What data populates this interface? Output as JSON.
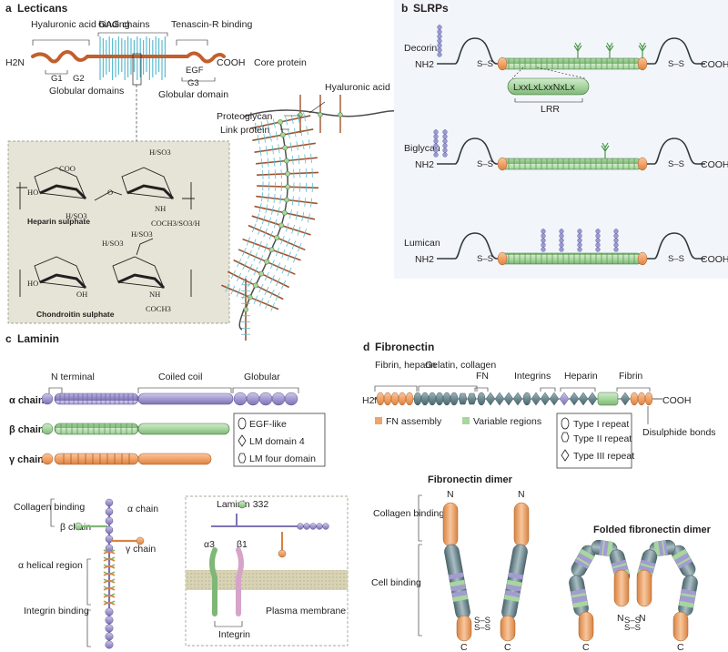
{
  "panels": {
    "a": {
      "letter": "a",
      "title": "Lecticans",
      "labels": {
        "hyaluronic_binding": "Hyaluronic acid binding",
        "gag_chains": "GAG chains",
        "tenascin": "Tenascin-R binding",
        "h2n": "H2N",
        "cooh": "COOH",
        "core": "Core protein",
        "g1": "G1",
        "g2": "G2",
        "g3": "G3",
        "egf": "EGF",
        "globular_domains": "Globular domains",
        "globular_domain": "Globular domain",
        "hyaluronic_acid": "Hyaluronic acid",
        "proteoglycan": "Proteoglycan",
        "link_protein": "Link protein"
      },
      "chem": {
        "heparin": "Heparin sulphate",
        "chondroitin": "Chondroitin sulphate",
        "hso3_1": "H/SO3",
        "coo": "COO",
        "ho1": "HO",
        "o": "O",
        "hso3_2": "H/SO3",
        "nh": "NH",
        "coch3_1": "COCH3/SO3/H",
        "hso3_3": "H/SO3",
        "hso3_4": "H/SO3",
        "ho2": "HO",
        "oh": "OH",
        "coch3_2": "COCH3",
        "minus": "−"
      }
    },
    "b": {
      "letter": "b",
      "title": "SLRPs",
      "labels": {
        "decorin": "Decorin",
        "biglycan": "Biglycan",
        "lumican": "Lumican",
        "nh2": "NH2",
        "cooh": "COOH",
        "ss": "S–S",
        "lrr": "LRR",
        "motif": "LxxLxLxxNxLx"
      }
    },
    "c": {
      "letter": "c",
      "title": "Laminin",
      "labels": {
        "n_terminal": "N terminal",
        "coiled_coil": "Coiled coil",
        "globular": "Globular",
        "alpha": "α chain",
        "beta": "β chain",
        "gamma": "γ chain",
        "collagen_binding": "Collagen binding",
        "alpha_helical": "α helical region",
        "integrin_binding": "Integrin binding",
        "laminin332": "Laminin 332",
        "a3": "α3",
        "b1": "β1",
        "integrin": "Integrin",
        "plasma": "Plasma membrane"
      },
      "legend": [
        "EGF-like",
        "LM domain 4",
        "LM four domain"
      ]
    },
    "d": {
      "letter": "d",
      "title": "Fibronectin",
      "labels": {
        "fibrin_heparin": "Fibrin, heparin",
        "gelatin": "Gelatin, collagen",
        "fn": "FN",
        "integrins": "Integrins",
        "heparin": "Heparin",
        "fibrin": "Fibrin",
        "h2n": "H2N",
        "cooh": "COOH",
        "dimer": "Fibronectin dimer",
        "folded": "Folded fibronectin dimer",
        "collagen_binding": "Collagen binding",
        "cell_binding": "Cell binding",
        "n": "N",
        "c": "C",
        "disulphide": "Disulphide bonds"
      },
      "legend": [
        "FN assembly",
        "Variable regions",
        "Type I repeat",
        "Type II repeat",
        "Type III repeat"
      ]
    }
  },
  "colors": {
    "orange": "#f2a36a",
    "green": "#a7d69f",
    "purple": "#a39bd1",
    "grey": "#6d8a92",
    "core": "#c25f2c",
    "gag": "#5bbcd0",
    "panel_bg": "#e6e4d6",
    "membrane": "#d8d3b4"
  }
}
